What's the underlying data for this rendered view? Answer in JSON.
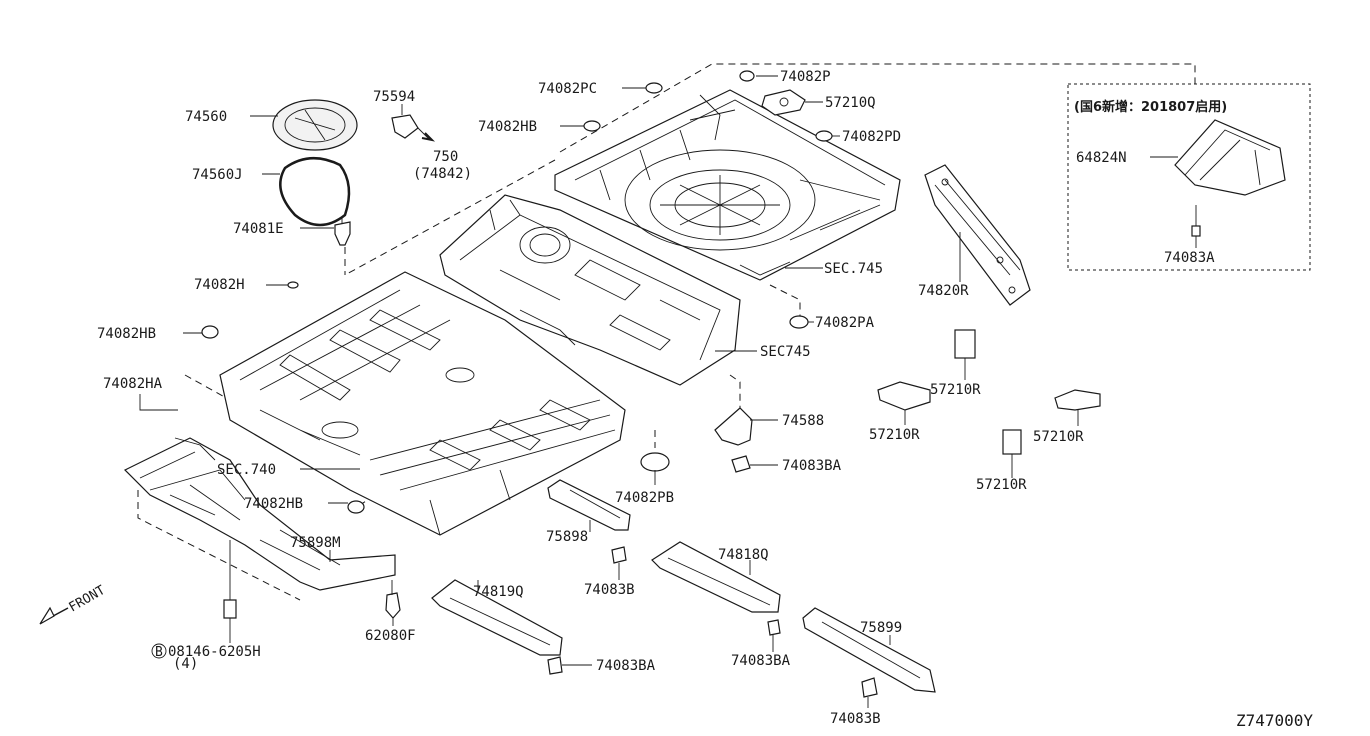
{
  "diagram": {
    "inset_caption": "(国6新增：201807启用)",
    "diagram_code": "Z747000Y",
    "front_arrow": "FRONT",
    "parts": {
      "p74560": "74560",
      "p74560J": "74560J",
      "p74081E": "74081E",
      "p75594": "75594",
      "p750": "750",
      "p74842": "(74842)",
      "p74082PC": "74082PC",
      "p74082HB_top": "74082HB",
      "p74082P": "74082P",
      "p57210Q": "57210Q",
      "p74082PD": "74082PD",
      "p64824N": "64824N",
      "p74083A": "74083A",
      "sec745_a": "SEC.745",
      "p74820R": "74820R",
      "p74082PA": "74082PA",
      "sec745_b": "SEC745",
      "p74082H": "74082H",
      "p74082HB_left": "74082HB",
      "p74082HA": "74082HA",
      "sec740": "SEC.740",
      "p74082HB_low": "74082HB",
      "p74082PB": "74082PB",
      "p74588": "74588",
      "p74083BA_a": "74083BA",
      "p57210R_a": "57210R",
      "p57210R_b": "57210R",
      "p57210R_c": "57210R",
      "p57210R_d": "57210R",
      "p75898M": "75898M",
      "p75898": "75898",
      "p74083B_a": "74083B",
      "p74818Q": "74818Q",
      "p74819Q": "74819Q",
      "p74083BA_b": "74083BA",
      "p74083BA_c": "74083BA",
      "p75899": "75899",
      "p74083B_b": "74083B",
      "p62080F": "62080F",
      "p08146": "08146-6205H",
      "p08146_qty": "(4)",
      "bolt_prefix": "B"
    }
  }
}
